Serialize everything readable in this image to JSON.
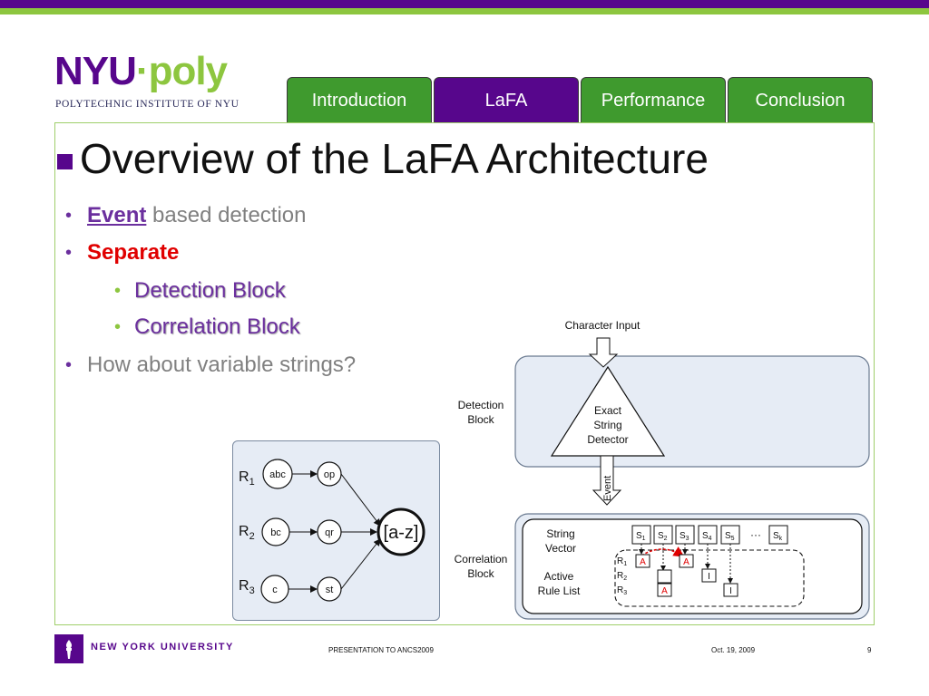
{
  "colors": {
    "nyu_purple": "#57068c",
    "nyu_green": "#8dc63f",
    "tab_green": "#3f9a2e",
    "bullet_purple": "#6b2f9e",
    "red": "#e00000",
    "gray": "#808080"
  },
  "logo": {
    "nyu": "NYU",
    "dot": "·",
    "poly": "poly",
    "subtitle": "POLYTECHNIC INSTITUTE OF NYU"
  },
  "tabs": [
    {
      "label": "Introduction",
      "active": false
    },
    {
      "label": "LaFA",
      "active": true
    },
    {
      "label": "Performance",
      "active": false
    },
    {
      "label": "Conclusion",
      "active": false
    }
  ],
  "title": "Overview of the LaFA Architecture",
  "bullets": {
    "b1_bold": "Event",
    "b1_rest": " based detection",
    "b2": "Separate",
    "b2_sub1": "Detection Block",
    "b2_sub2": "Correlation Block",
    "b3": "How about variable strings?"
  },
  "regex_figure": {
    "rules": [
      {
        "label": "R",
        "sub": "1",
        "node1": "abc",
        "node2": "op"
      },
      {
        "label": "R",
        "sub": "2",
        "node1": "bc",
        "node2": "qr"
      },
      {
        "label": "R",
        "sub": "3",
        "node1": "c",
        "node2": "st"
      }
    ],
    "target": "[a-z]"
  },
  "architecture": {
    "character_input": "Character Input",
    "detection_label_1": "Detection",
    "detection_label_2": "Block",
    "detector_1": "Exact",
    "detector_2": "String",
    "detector_3": "Detector",
    "event": "Event",
    "correlation_label_1": "Correlation",
    "correlation_label_2": "Block",
    "string_vector_1": "String",
    "string_vector_2": "Vector",
    "rule_list_1": "Active",
    "rule_list_2": "Rule List",
    "s_cells": [
      {
        "l": "S",
        "s": "1"
      },
      {
        "l": "S",
        "s": "2"
      },
      {
        "l": "S",
        "s": "3"
      },
      {
        "l": "S",
        "s": "4"
      },
      {
        "l": "S",
        "s": "5"
      },
      {
        "l": "S",
        "s": "k"
      }
    ],
    "ellipsis": "···",
    "rule_rows": [
      {
        "l": "R",
        "s": "1"
      },
      {
        "l": "R",
        "s": "2"
      },
      {
        "l": "R",
        "s": "3"
      }
    ],
    "cells": {
      "a": "A",
      "i": "I"
    }
  },
  "footer": {
    "university": "NEW YORK UNIVERSITY",
    "presentation": "PRESENTATION TO ANCS2009",
    "date": "Oct. 19, 2009",
    "page": "9"
  }
}
